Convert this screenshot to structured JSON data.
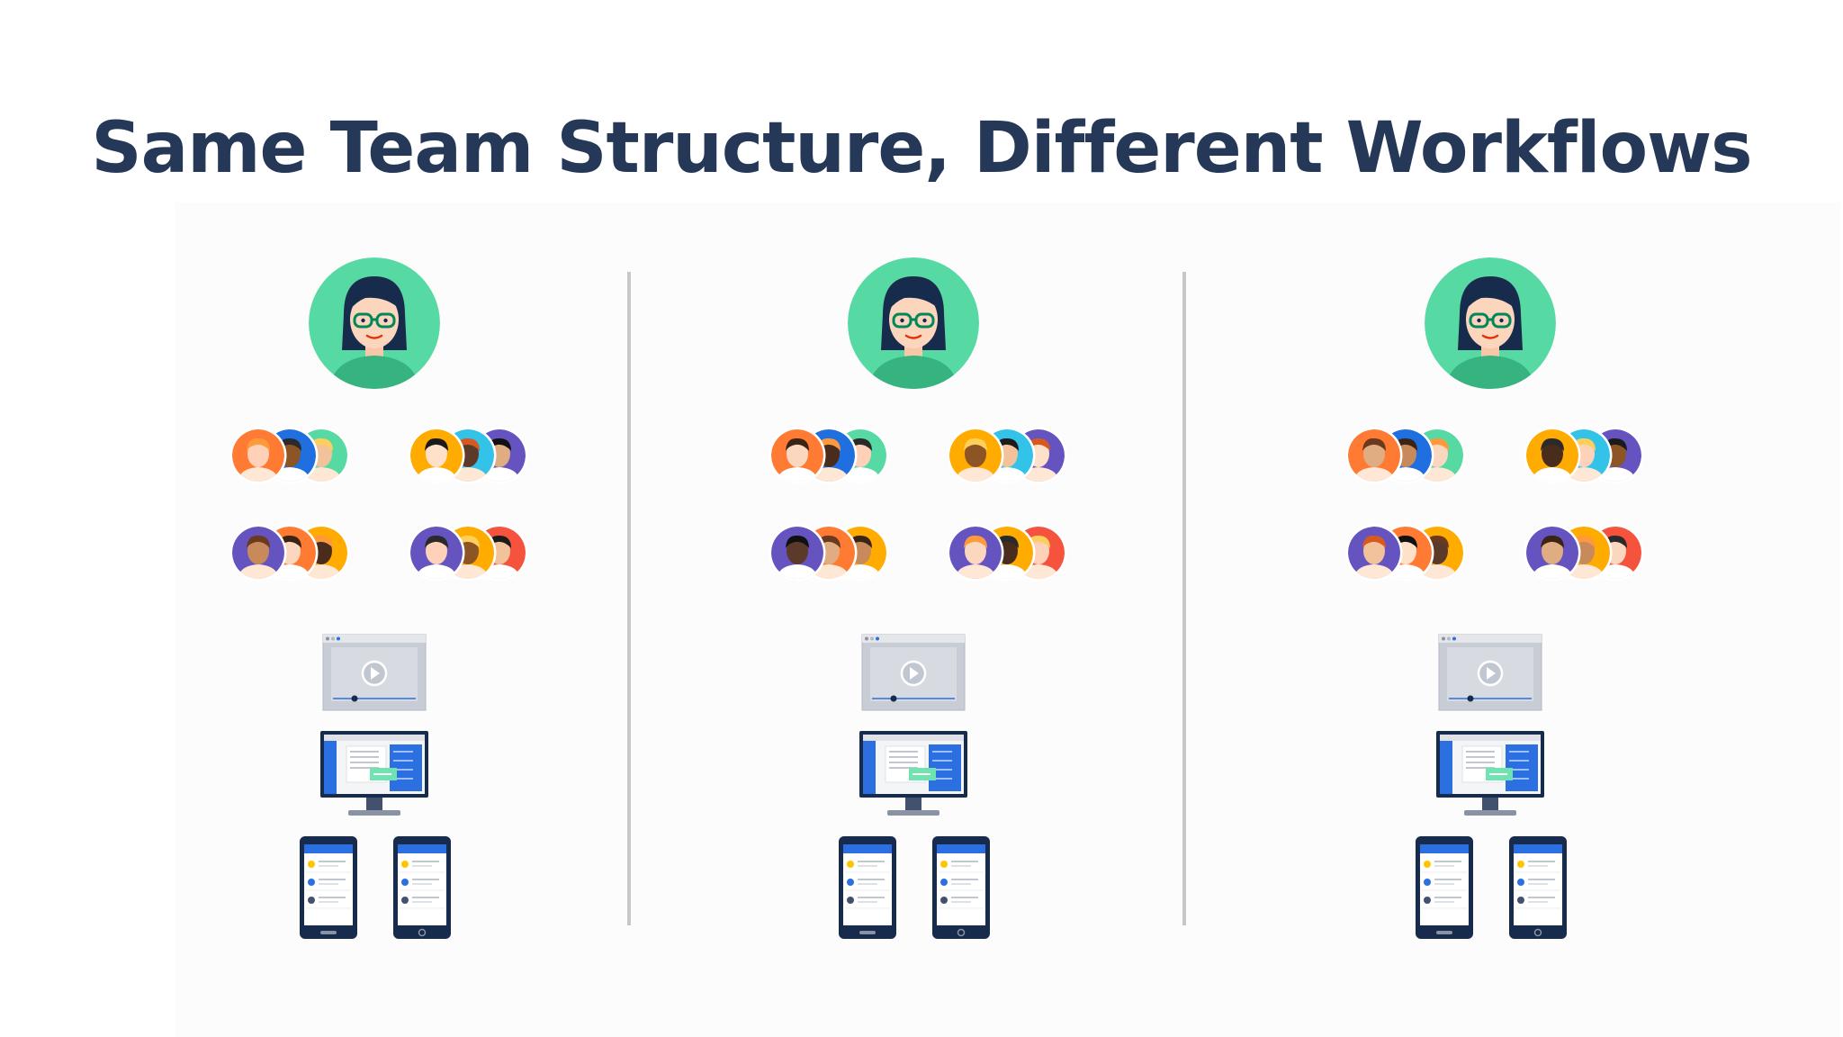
{
  "slide": {
    "title": "Same Team Structure, Different Workflows"
  },
  "columns": [
    {
      "id": "team-1"
    },
    {
      "id": "team-2"
    },
    {
      "id": "team-3"
    }
  ],
  "structure": {
    "leader": "avatar",
    "groups": [
      {
        "id": "group-top-left",
        "avatars": [
          "orange",
          "blue",
          "green"
        ]
      },
      {
        "id": "group-top-right",
        "avatars": [
          "yellow",
          "teal",
          "purple"
        ]
      },
      {
        "id": "group-bottom-left",
        "avatars": [
          "purple",
          "orange",
          "yellow"
        ]
      },
      {
        "id": "group-bottom-right",
        "avatars": [
          "purple",
          "yellow",
          "red"
        ]
      }
    ],
    "devices": [
      "video-player-window",
      "desktop-monitor",
      "mobile-phone",
      "mobile-phone"
    ]
  },
  "colors": {
    "title": "#253858",
    "leader_bg": "#57d9a3",
    "divider": "#c7c7c9",
    "device_blue": "#2b6fe0",
    "device_dark": "#172b4d",
    "green_accent": "#6fe3b0"
  }
}
